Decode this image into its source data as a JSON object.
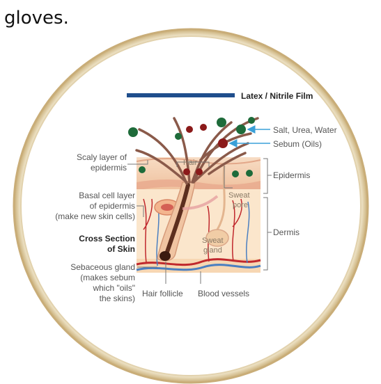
{
  "caption_fragment": "gloves.",
  "film_label": "Latex / Nitrile Film",
  "labels": {
    "salt": "Salt, Urea, Water",
    "sebum": "Sebum (Oils)",
    "scaly_1": "Scaly layer of",
    "scaly_2": "epidermis",
    "hair": "Hair",
    "epidermis": "Epidermis",
    "basal_1": "Basal cell layer",
    "basal_2": "of epidermis",
    "basal_3": "(make new skin cells)",
    "sweat_pore_1": "Sweat",
    "sweat_pore_2": "pore",
    "dermis": "Dermis",
    "cross_1": "Cross Section",
    "cross_2": "of Skin",
    "sweat_gland_1": "Sweat",
    "sweat_gland_2": "gland",
    "sebaceous_1": "Sebaceous gland",
    "sebaceous_2": "(makes sebum",
    "sebaceous_3": "which \"oils\"",
    "sebaceous_4": "the skins)",
    "hair_follicle": "Hair follicle",
    "blood_vessels": "Blood vessels"
  },
  "colors": {
    "film": "#1f4e8c",
    "salt_dot": "#1e6b3a",
    "sebum_dot": "#8b1a1a",
    "arrow": "#3aa0d8",
    "ring": "#d8c49a",
    "hair": "#8a5a4a",
    "epidermis": "#f2c9a8",
    "dermis": "#fbe6cc",
    "vessel_red": "#c0282d",
    "vessel_blue": "#4a7fc1"
  }
}
